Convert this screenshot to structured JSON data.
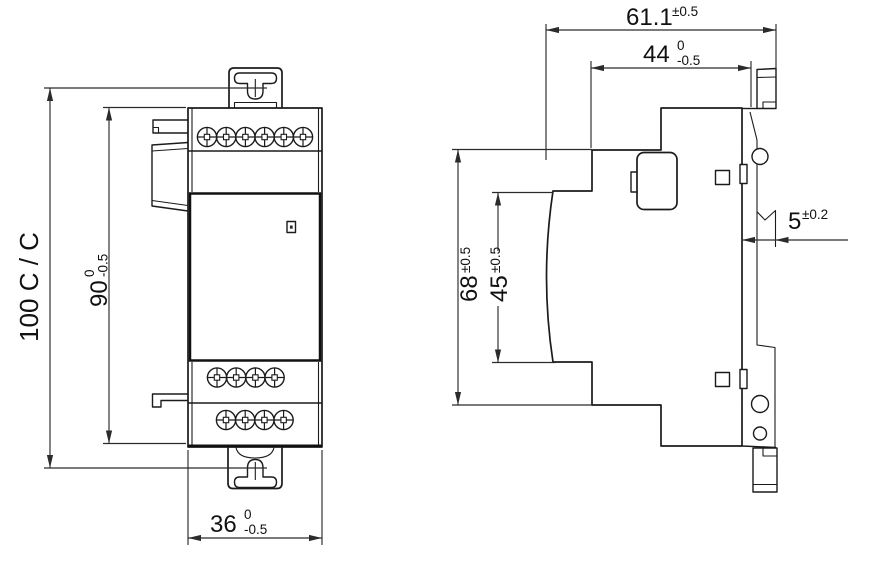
{
  "canvas": {
    "background": "#ffffff",
    "line_color": "#1b1b1b"
  },
  "dimensions": {
    "center_to_center": {
      "text": "100 C / C"
    },
    "module_height": {
      "value": "90",
      "tol_upper": "0",
      "tol_lower": "-0.5"
    },
    "module_width": {
      "value": "36",
      "tol_upper": "0",
      "tol_lower": "-0.5"
    },
    "total_depth": {
      "value": "61.1",
      "tol": "±0.5"
    },
    "body_depth": {
      "value": "44",
      "tol_upper": "0",
      "tol_lower": "-0.5"
    },
    "front_height": {
      "value": "68",
      "tol": "±0.5"
    },
    "recess_height": {
      "value": "45",
      "tol": "±0.5"
    },
    "rail_offset": {
      "value": "5",
      "tol": "±0.2"
    }
  }
}
